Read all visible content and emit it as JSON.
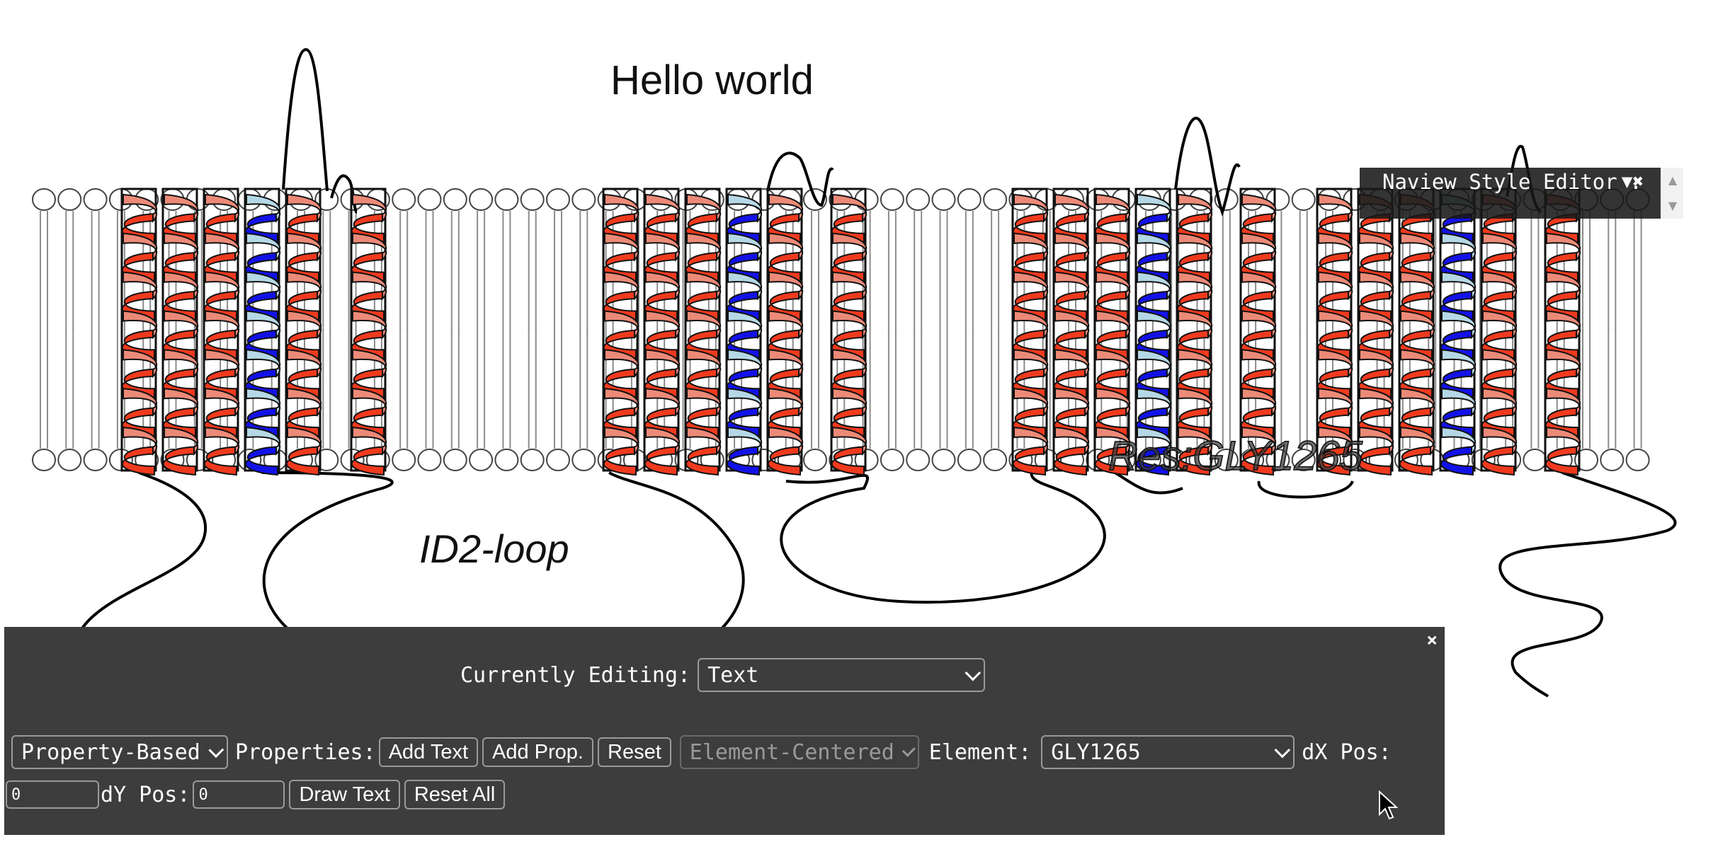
{
  "labels": {
    "hello": "Hello world",
    "loop": "ID2-loop",
    "residue": "Res:GLY1265"
  },
  "naview_editor": {
    "title": "Naview Style Editor :",
    "minimize_glyph": "▼",
    "close_glyph": "✖",
    "scroll_up": "▲",
    "scroll_down": "▼"
  },
  "panel": {
    "close_glyph": "×",
    "currently_editing_label": "Currently Editing:",
    "currently_editing_value": "Text",
    "mode_value": "Property-Based",
    "properties_label": "Properties:",
    "add_text_button": "Add Text",
    "add_prop_button": "Add Prop.",
    "reset_button": "Reset",
    "centering_value": "Element-Centered",
    "element_label": "Element:",
    "element_value": "GLY1265",
    "dx_label": "dX Pos:",
    "dx_value": "0",
    "dy_label": "dY Pos:",
    "dy_value": "0",
    "draw_text_button": "Draw Text",
    "reset_all_button": "Reset All"
  },
  "colors": {
    "helix_red": "#f03a1e",
    "helix_salmon": "#ec8a78",
    "helix_blue": "#1212e8",
    "helix_lightblue": "#b5d8e6",
    "membrane_gray": "#8c8c8c",
    "panel_bg": "#3d3d3d"
  }
}
